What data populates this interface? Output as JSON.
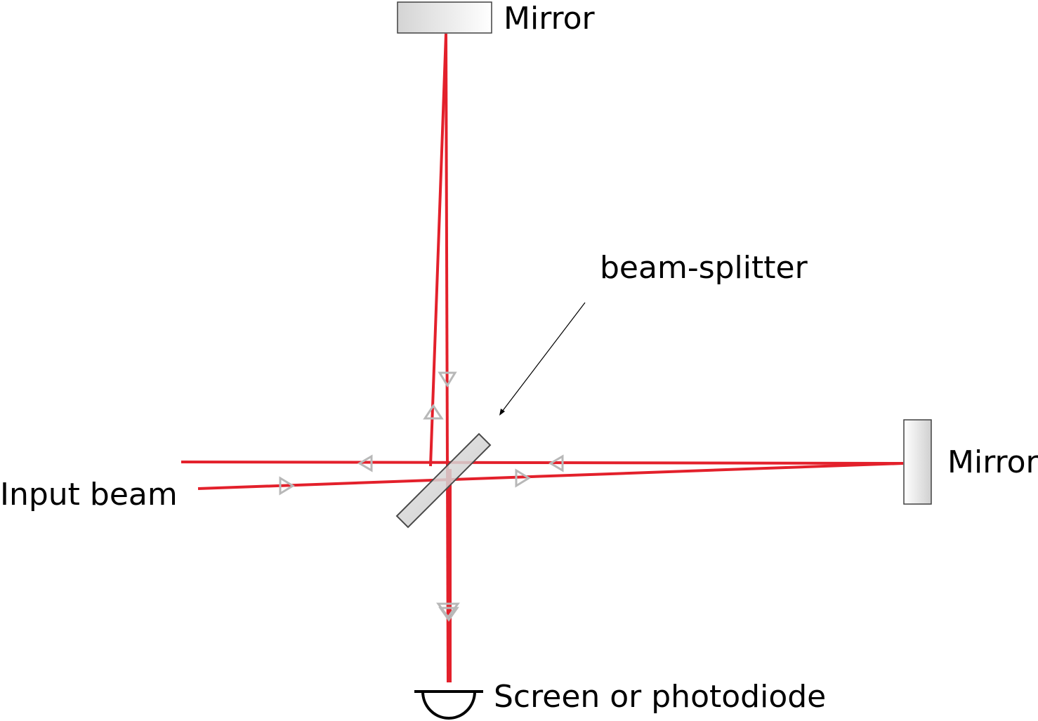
{
  "labels": {
    "mirror_top": "Mirror",
    "mirror_right": "Mirror",
    "beam_splitter": "beam-splitter",
    "input_beam": "Input beam",
    "detector": "Screen or photodiode"
  },
  "colors": {
    "beam": "#e3202b",
    "arrow_marker": "#b8b8b8",
    "mirror_stroke": "#404040",
    "mirror_fill_light": "#ffffff",
    "mirror_fill_dark": "#d4d4d4",
    "text": "#000000"
  }
}
